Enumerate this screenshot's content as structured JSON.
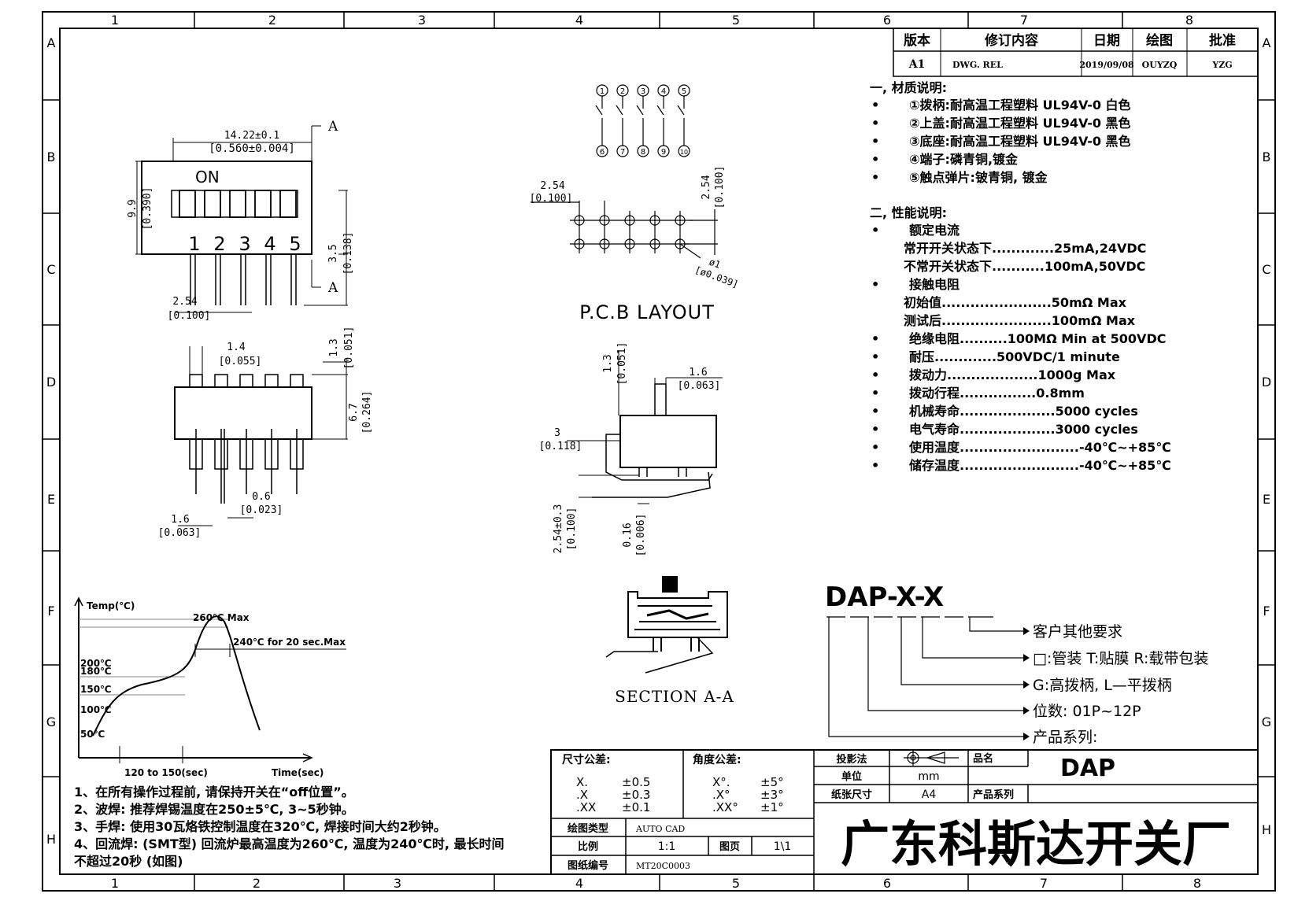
{
  "grid": {
    "columns": [
      "1",
      "2",
      "3",
      "4",
      "5",
      "6",
      "7",
      "8"
    ],
    "rows": [
      "A",
      "B",
      "C",
      "D",
      "E",
      "F",
      "G",
      "H"
    ]
  },
  "revision": {
    "headers": [
      "版本",
      "修订内容",
      "日期",
      "绘图",
      "批准"
    ],
    "row": [
      "A1",
      "DWG. REL",
      "2019/09/08",
      "OUYZQ",
      "YZG"
    ]
  },
  "materials": {
    "title": "一, 材质说明:",
    "items": [
      "①拨柄:耐高温工程塑料 UL94V-0 白色",
      "②上盖:耐高温工程塑料 UL94V-0 黑色",
      "③底座:耐高温工程塑料 UL94V-0 黑色",
      "④端子:磷青铜,镀金",
      "⑤触点弹片:铍青铜, 镀金"
    ]
  },
  "performance": {
    "title": "二, 性能说明:",
    "rated_current": "额定电流",
    "rc_open": "常开开关状态下.............25mA,24VDC",
    "rc_nonopen": "不常开关状态下...........100mA,50VDC",
    "contact_resistance": "接触电阻",
    "cr_initial": "初始值.......................50mΩ  Max",
    "cr_after": "测试后.......................100mΩ  Max",
    "insulation": "绝缘电阻..........100MΩ  Min at 500VDC",
    "withstand": "耐压.............500VDC/1 minute",
    "operating_force": "拨动力...................1000g Max",
    "travel": "拨动行程................0.8mm",
    "mech_life": "机械寿命....................5000 cycles",
    "elec_life": "电气寿命....................3000 cycles",
    "op_temp": "使用温度.........................-40℃~+85℃",
    "st_temp": "储存温度.........................-40℃~+85℃"
  },
  "front_view": {
    "dim_width": "14.22±0.1",
    "dim_width_in": "[0.560±0.004]",
    "section_marker": "A",
    "label_on": "ON",
    "numbers": [
      "1",
      "2",
      "3",
      "4",
      "5"
    ],
    "dim_height": "9.9",
    "dim_height_in": "[0.390]",
    "dim_pin": "3.5",
    "dim_pin_in": "[0.138]",
    "dim_pitch": "2.54",
    "dim_pitch_in": "[0.100]"
  },
  "bottom_view": {
    "dim_14": "1.4",
    "dim_14_in": "[0.055]",
    "dim_13": "1.3",
    "dim_13_in": "[0.051]",
    "dim_67": "6.7",
    "dim_67_in": "[0.264]",
    "dim_06": "0.6",
    "dim_06_in": "[0.023]",
    "dim_16": "1.6",
    "dim_16_in": "[0.063]"
  },
  "schematic": {
    "top_nums": [
      "1",
      "2",
      "3",
      "4",
      "5"
    ],
    "bottom_nums": [
      "6",
      "7",
      "8",
      "9",
      "10"
    ]
  },
  "pcb": {
    "dim_pitch": "2.54",
    "dim_pitch_in": "[0.100]",
    "dim_row": "2.54",
    "dim_row_in": "[0.100]",
    "dim_hole": "ø1",
    "dim_hole_in": "[ø0.039]",
    "title": "P.C.B LAYOUT"
  },
  "side_view": {
    "dim_13": "1.3",
    "dim_13_in": "[0.051]",
    "dim_16": "1.6",
    "dim_16_in": "[0.063]",
    "dim_3": "3",
    "dim_3_in": "[0.118]",
    "dim_254": "2.54±0.3",
    "dim_254_in": "[0.100]",
    "dim_016": "0.16",
    "dim_016_in": "[0.006]"
  },
  "section": {
    "title": "SECTION A-A"
  },
  "part_number": {
    "code": "DAP-X-X",
    "opt_customer": "客户其他要求",
    "opt_pack": "□:管装  T:贴膜   R:载带包装",
    "opt_handle": "G:高拨柄, L—平拨柄",
    "opt_positions": "位数: 01P~12P",
    "opt_series": "产品系列:"
  },
  "reflow": {
    "y_label": "Temp(℃)",
    "x_label": "Time(sec)",
    "peak": "260℃ Max",
    "plateau": "240℃ for 20 sec.Max",
    "t200": "200℃",
    "t180": "180℃",
    "t150": "150℃",
    "t100": "100℃",
    "t50": "50℃",
    "preheat": "120 to 150(sec)"
  },
  "notes": [
    "1、在所有操作过程前, 请保持开关在“off位置”。",
    "2、波焊: 推荐焊锡温度在250±5℃, 3~5秒钟。",
    "3、手焊: 使用30瓦烙铁控制温度在320℃, 焊接时间大约2秒钟。",
    "4、回流焊: (SMT型) 回流炉最高温度为260℃, 温度为240℃时, 最长时间",
    "不超过20秒 (如图)"
  ],
  "title_block": {
    "dim_tol_title": "尺寸公差:",
    "dim_tol": [
      [
        "X.",
        "±0.5"
      ],
      [
        ".X",
        "±0.3"
      ],
      [
        ".XX",
        "±0.1"
      ]
    ],
    "ang_tol_title": "角度公差:",
    "ang_tol": [
      [
        "X°.",
        "±5°"
      ],
      [
        ".X°",
        "±3°"
      ],
      [
        ".XX°",
        "±1°"
      ]
    ],
    "projection_label": "投影法",
    "unit_label": "单位",
    "unit_value": "mm",
    "paper_label": "纸张尺寸",
    "paper_value": "A4",
    "name_label": "品名",
    "name_value": "DAP",
    "series_label": "产品系列",
    "drawing_type_label": "绘图类型",
    "drawing_type_value": "AUTO CAD",
    "scale_label": "比例",
    "scale_value": "1:1",
    "page_label": "图页",
    "page_value": "1\\1",
    "drawing_no_label": "图纸编号",
    "drawing_no_value": "MT20C0003",
    "company": "广东科斯达开关厂"
  }
}
